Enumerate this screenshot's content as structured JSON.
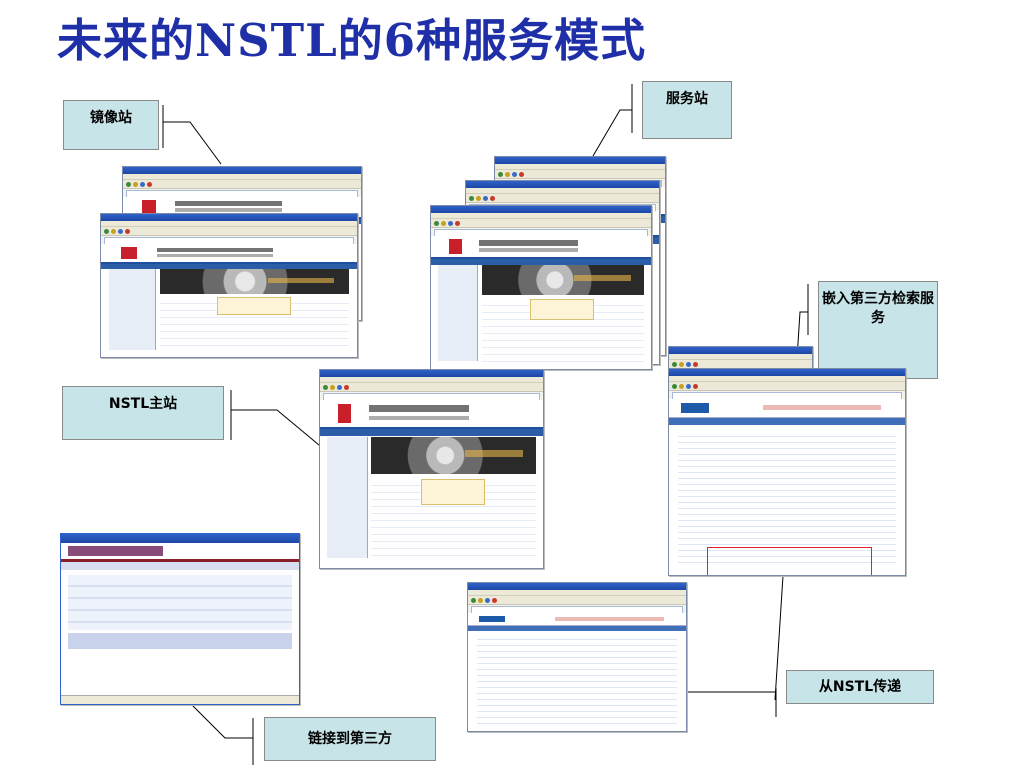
{
  "title": "未来的NSTL的6种服务模式",
  "labels": {
    "mirror": "镜像站",
    "service": "服务站",
    "embedded": "嵌入第三方检索服务",
    "main": "NSTL主站",
    "delivery": "从NSTL传递",
    "link": "链接到第三方"
  },
  "colors": {
    "title": "#1f2fa8",
    "label_box": "#c7e4e8",
    "line": "#000000",
    "highlight": "#e0222a"
  }
}
